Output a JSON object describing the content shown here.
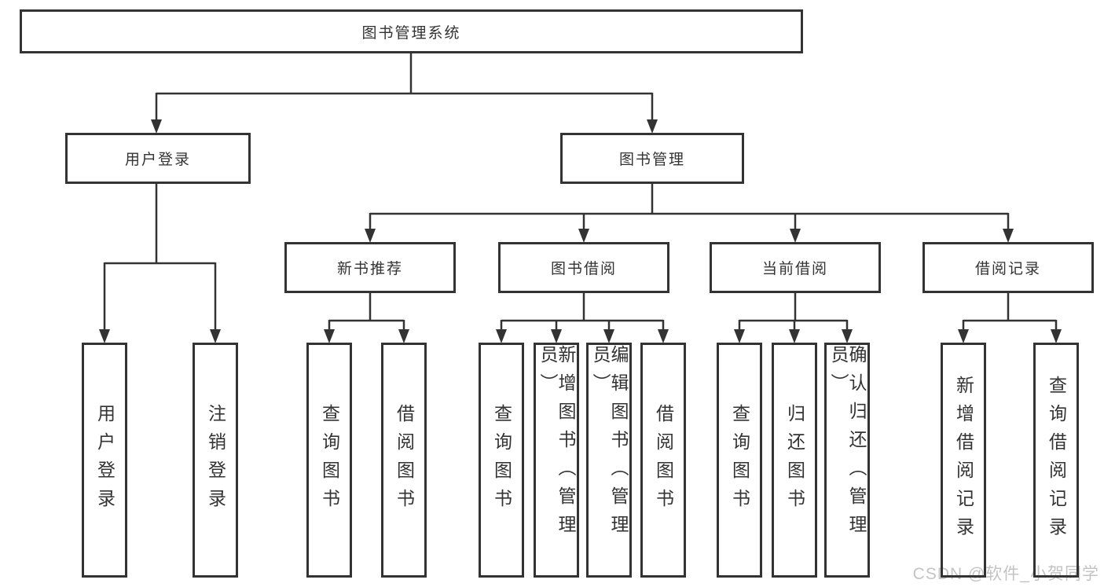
{
  "tree": {
    "root": {
      "label": "图书管理系统",
      "children": [
        {
          "label": "用户登录",
          "children": [
            {
              "label": "用户登录"
            },
            {
              "label": "注销登录"
            }
          ]
        },
        {
          "label": "图书管理",
          "children": [
            {
              "label": "新书推荐",
              "children": [
                {
                  "label": "查询图书"
                },
                {
                  "label": "借阅图书"
                }
              ]
            },
            {
              "label": "图书借阅",
              "children": [
                {
                  "label": "查询图书"
                },
                {
                  "label": "新增图书（管理员）"
                },
                {
                  "label": "编辑图书（管理员）"
                },
                {
                  "label": "借阅图书"
                }
              ]
            },
            {
              "label": "当前借阅",
              "children": [
                {
                  "label": "查询图书"
                },
                {
                  "label": "归还图书"
                },
                {
                  "label": "确认归还（管理员）"
                }
              ]
            },
            {
              "label": "借阅记录",
              "children": [
                {
                  "label": "新增借阅记录"
                },
                {
                  "label": "查询借阅记录"
                }
              ]
            }
          ]
        }
      ]
    }
  },
  "watermark": {
    "text": "CSDN @软件_小贺同学"
  },
  "colors": {
    "line": "#333333",
    "text": "#333333",
    "box_background": "#ffffff",
    "watermark": "#c3c3c3",
    "background": "#ffffff"
  }
}
